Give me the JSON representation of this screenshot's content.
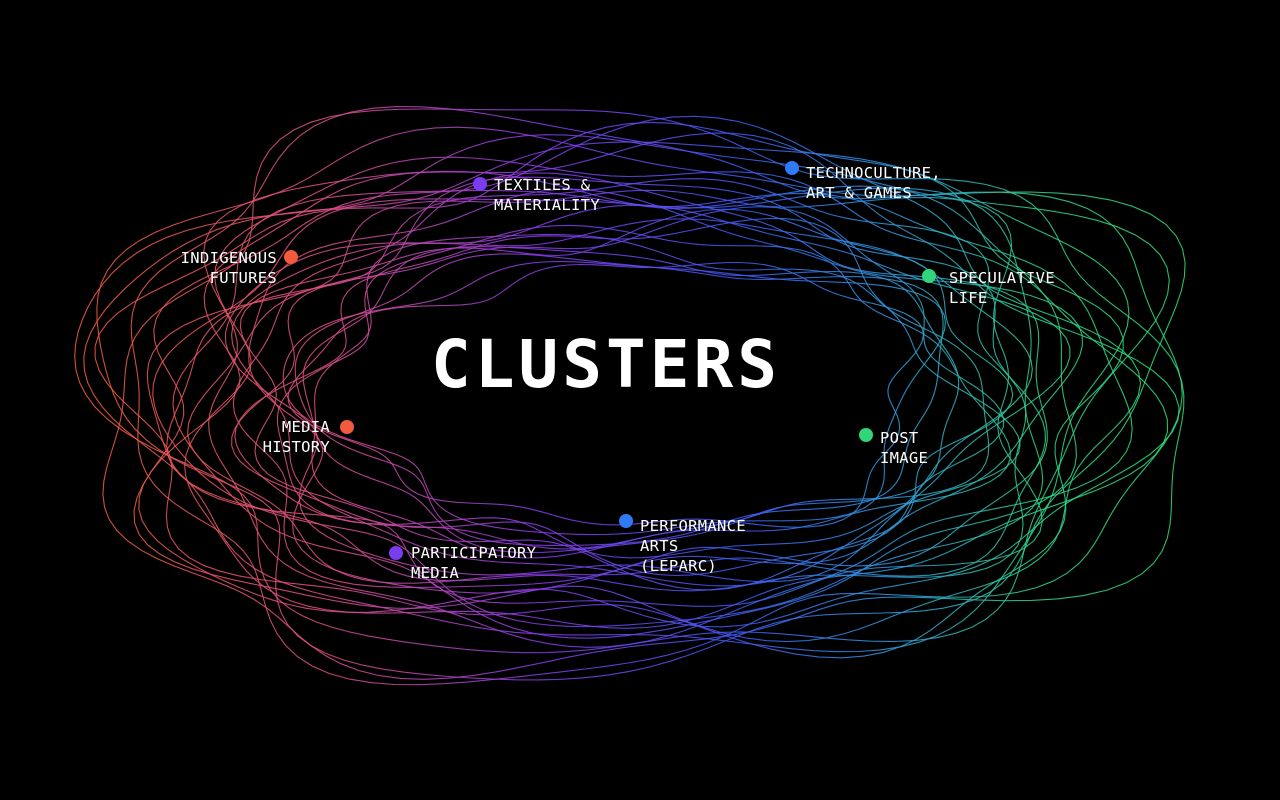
{
  "title": "CLUSTERS",
  "colors": {
    "background": "#000000",
    "red": "#f05a3c",
    "magenta": "#d04a9a",
    "purple": "#7b3cf0",
    "blue": "#2f6cf5",
    "cyan": "#2fb4d8",
    "green": "#2fd67a"
  },
  "clusters": [
    {
      "id": "indigenous-futures",
      "label": "INDIGENOUS\nFUTURES",
      "color": "#f25a3e"
    },
    {
      "id": "textiles-materiality",
      "label": "TEXTILES &\nMATERIALITY",
      "color": "#7b3cf0"
    },
    {
      "id": "technoculture-art-games",
      "label": "TECHNOCULTURE,\nART & GAMES",
      "color": "#2f7af5"
    },
    {
      "id": "speculative-life",
      "label": "SPECULATIVE\nLIFE",
      "color": "#2fd67a"
    },
    {
      "id": "media-history",
      "label": "MEDIA\nHISTORY",
      "color": "#f25a3e"
    },
    {
      "id": "post-image",
      "label": "POST IMAGE",
      "color": "#2fd67a"
    },
    {
      "id": "performance-arts",
      "label": "PERFORMANCE\nARTS (LEPARC)",
      "color": "#2f7af5"
    },
    {
      "id": "participatory-media",
      "label": "PARTICIPATORY\nMEDIA",
      "color": "#7b3cf0"
    }
  ]
}
